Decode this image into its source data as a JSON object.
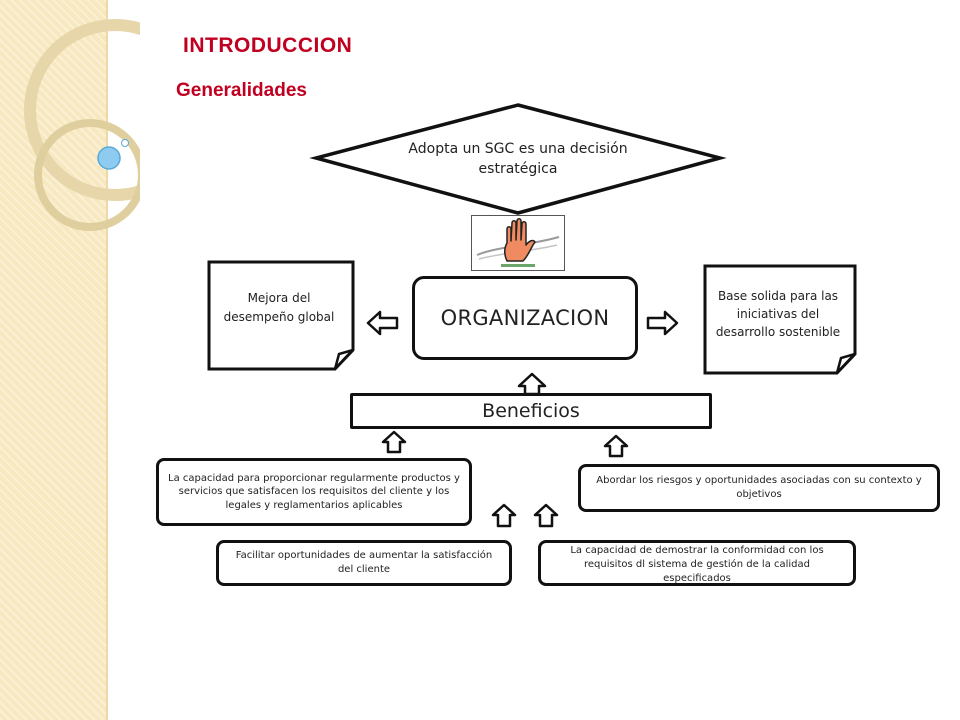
{
  "heading": {
    "title": "INTRODUCCION",
    "subtitle": "Generalidades"
  },
  "colors": {
    "heading": "#c00020",
    "stroke": "#111111",
    "side_strip": "#f7e8bf",
    "accent_blue": "#8ecbf0"
  },
  "diagram": {
    "decision": {
      "text": "Adopta un SGC es una decisión estratégica"
    },
    "logo": {
      "icon": "raised-hand-logo"
    },
    "organization": {
      "text": "ORGANIZACION"
    },
    "left_note": {
      "text": "Mejora del desempeño global"
    },
    "right_note": {
      "text": "Base solida para las iniciativas del desarrollo sostenible"
    },
    "benefits": {
      "text": "Beneficios"
    },
    "benefit_items": {
      "capacidad": "La capacidad para proporcionar regularmente productos y servicios que satisfacen los requisitos del cliente y los legales y reglamentarios aplicables",
      "abordar": "Abordar los riesgos y oportunidades asociadas con su contexto  y objetivos",
      "facilitar": "Facilitar oportunidades de aumentar la satisfacción del cliente",
      "demostrar": "La capacidad de demostrar la conformidad con los requisitos dl sistema de gestión  de la calidad especificados"
    },
    "arrows": {
      "icon": "block-arrow-icon"
    }
  }
}
